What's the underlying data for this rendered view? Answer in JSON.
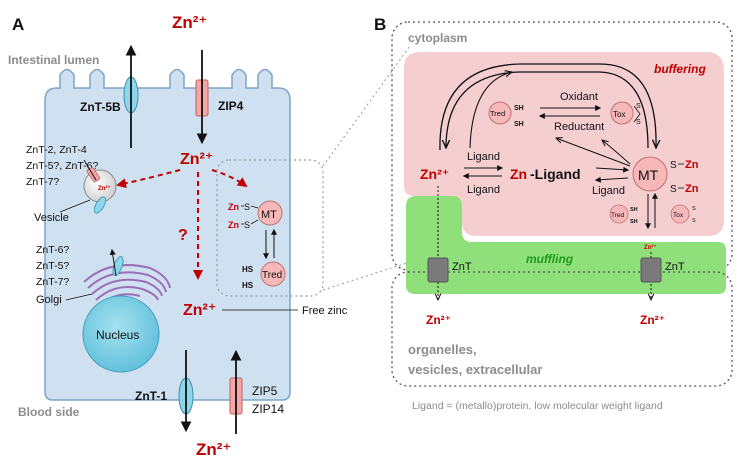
{
  "panel_a": {
    "letter": "A",
    "zn_top": "Zn²⁺",
    "lumen_label": "Intestinal lumen",
    "znt5b": "ZnT-5B",
    "zip4": "ZIP4",
    "zn_center": "Zn²⁺",
    "vesicle_transporters": [
      "ZnT-2, ZnT-4",
      "ZnT-5?, ZnT-6?",
      "ZnT-7?"
    ],
    "vesicle_zn": "Zn²⁺",
    "vesicle_label": "Vesicle",
    "golgi_transporters": [
      "ZnT-6?",
      "ZnT-5?",
      "ZnT-7?"
    ],
    "golgi_label": "Golgi",
    "question": "?",
    "mt_label": "MT",
    "mt_zn": [
      "Zn",
      "Zn"
    ],
    "mt_s": [
      "S",
      "S"
    ],
    "tred_label": "Tred",
    "tred_hs": [
      "HS",
      "HS"
    ],
    "nucleus_label": "Nucleus",
    "zn_free": "Zn²⁺",
    "free_zinc_label": "Free zinc",
    "blood_label": "Blood side",
    "znt1": "ZnT-1",
    "zip5": "ZIP5",
    "zip14": "ZIP14",
    "zn_bottom": "Zn²⁺"
  },
  "panel_b": {
    "letter": "B",
    "cytoplasm_label": "cytoplasm",
    "buffering_label": "buffering",
    "muffling_label": "muffling",
    "tred_label": "Tred",
    "sh_labels": [
      "SH",
      "SH"
    ],
    "oxidant_label": "Oxidant",
    "reductant_label": "Reductant",
    "tox_label": "Tox",
    "s_labels": [
      "S",
      "S"
    ],
    "zn_left": "Zn²⁺",
    "ligand_top": "Ligand",
    "ligand_bottom": "Ligand",
    "zn_ligand_zn": "Zn",
    "zn_ligand_rest": "-Ligand",
    "ligand_mt": "Ligand",
    "mt_label": "MT",
    "mt_zn": [
      "Zn",
      "Zn"
    ],
    "mt_s": [
      "S",
      "S"
    ],
    "tred_small": "Tred",
    "tred_small_sh": [
      "SH",
      "SH"
    ],
    "tox_small": "Tox",
    "tox_small_s": [
      "S",
      "S"
    ],
    "zn_tiny": "Zn²⁺",
    "znt_left": "ZnT",
    "znt_right": "ZnT",
    "zn_out_left": "Zn²⁺",
    "zn_out_right": "Zn²⁺",
    "organelles_lines": [
      "organelles,",
      "vesicles, extracellular"
    ],
    "footnote": "Ligand  = (metallo)protein, low molecular weight ligand"
  },
  "colors": {
    "zinc_red": "#c00000",
    "cell_blue": "#cfe0f0",
    "cell_stroke": "#7fa5c8",
    "nucleus": "#7ecfe6",
    "buffering_fill": "#f5cfd0",
    "muffling_fill": "#8fe07a",
    "muffling_text": "#1f9a1f",
    "circle_fill": "#f6b8b8",
    "gray_text": "#8c8c8c"
  }
}
